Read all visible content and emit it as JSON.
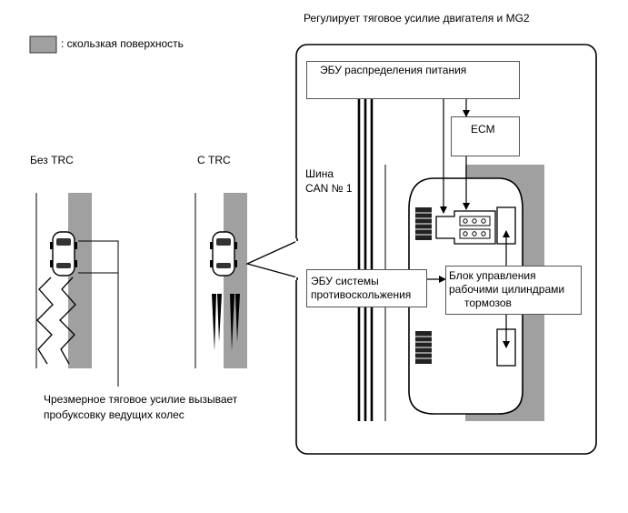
{
  "header": {
    "title": "Регулирует тяговое усилие двигателя и MG2"
  },
  "legend": {
    "label": ": скользкая поверхность",
    "swatch_color": "#a0a0a0"
  },
  "left_panel": {
    "without_trc_label": "Без TRC",
    "with_trc_label": "С TRC",
    "note_line1": "Чрезмерное тяговое усилие вызывает",
    "note_line2": "пробуксовку ведущих колес"
  },
  "detail": {
    "power_ecu": "ЭБУ распределения питания",
    "ecm": "ECM",
    "can_bus_line1": "Шина",
    "can_bus_line2": "CAN № 1",
    "skid_ecu_line1": "ЭБУ системы",
    "skid_ecu_line2": "противоскольжения",
    "brake_actuator_line1": "Блок управления",
    "brake_actuator_line2": "рабочими цилиндрами",
    "brake_actuator_line3": "тормозов"
  },
  "colors": {
    "slippery": "#a0a0a0",
    "line": "#000000"
  }
}
